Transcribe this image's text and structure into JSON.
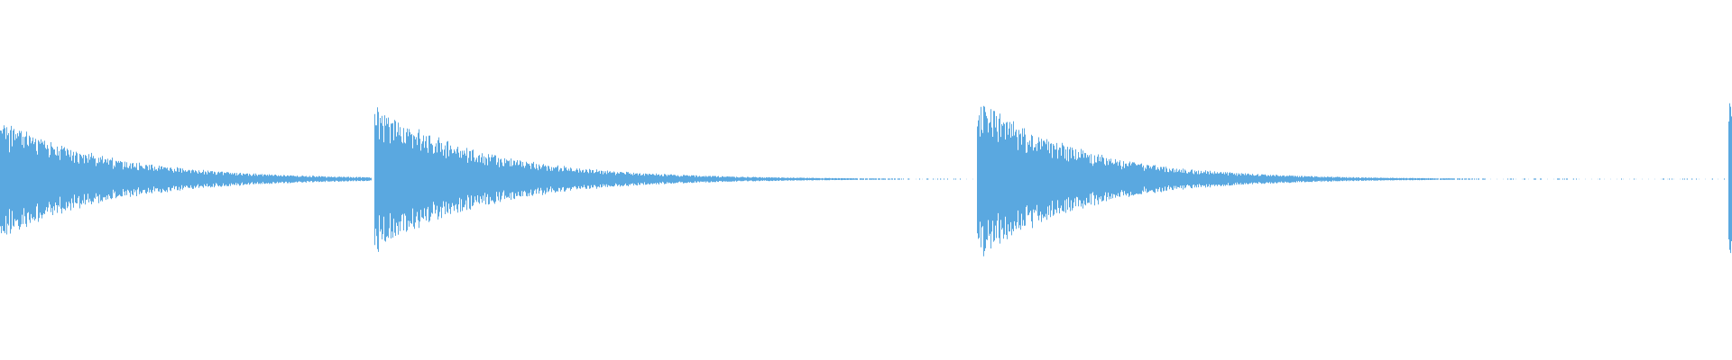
{
  "waveform": {
    "color": "#5aa8e0",
    "background": "#ffffff",
    "sample_count": 4,
    "samples": [
      {
        "onset": 0.0,
        "peak": 0.34,
        "decay": 0.3
      },
      {
        "onset": 0.216,
        "peak": 0.42,
        "decay": 0.3
      },
      {
        "onset": 0.564,
        "peak": 0.47,
        "decay": 0.28
      },
      {
        "onset": 0.998,
        "peak": 0.49,
        "decay": 0.05
      }
    ]
  }
}
